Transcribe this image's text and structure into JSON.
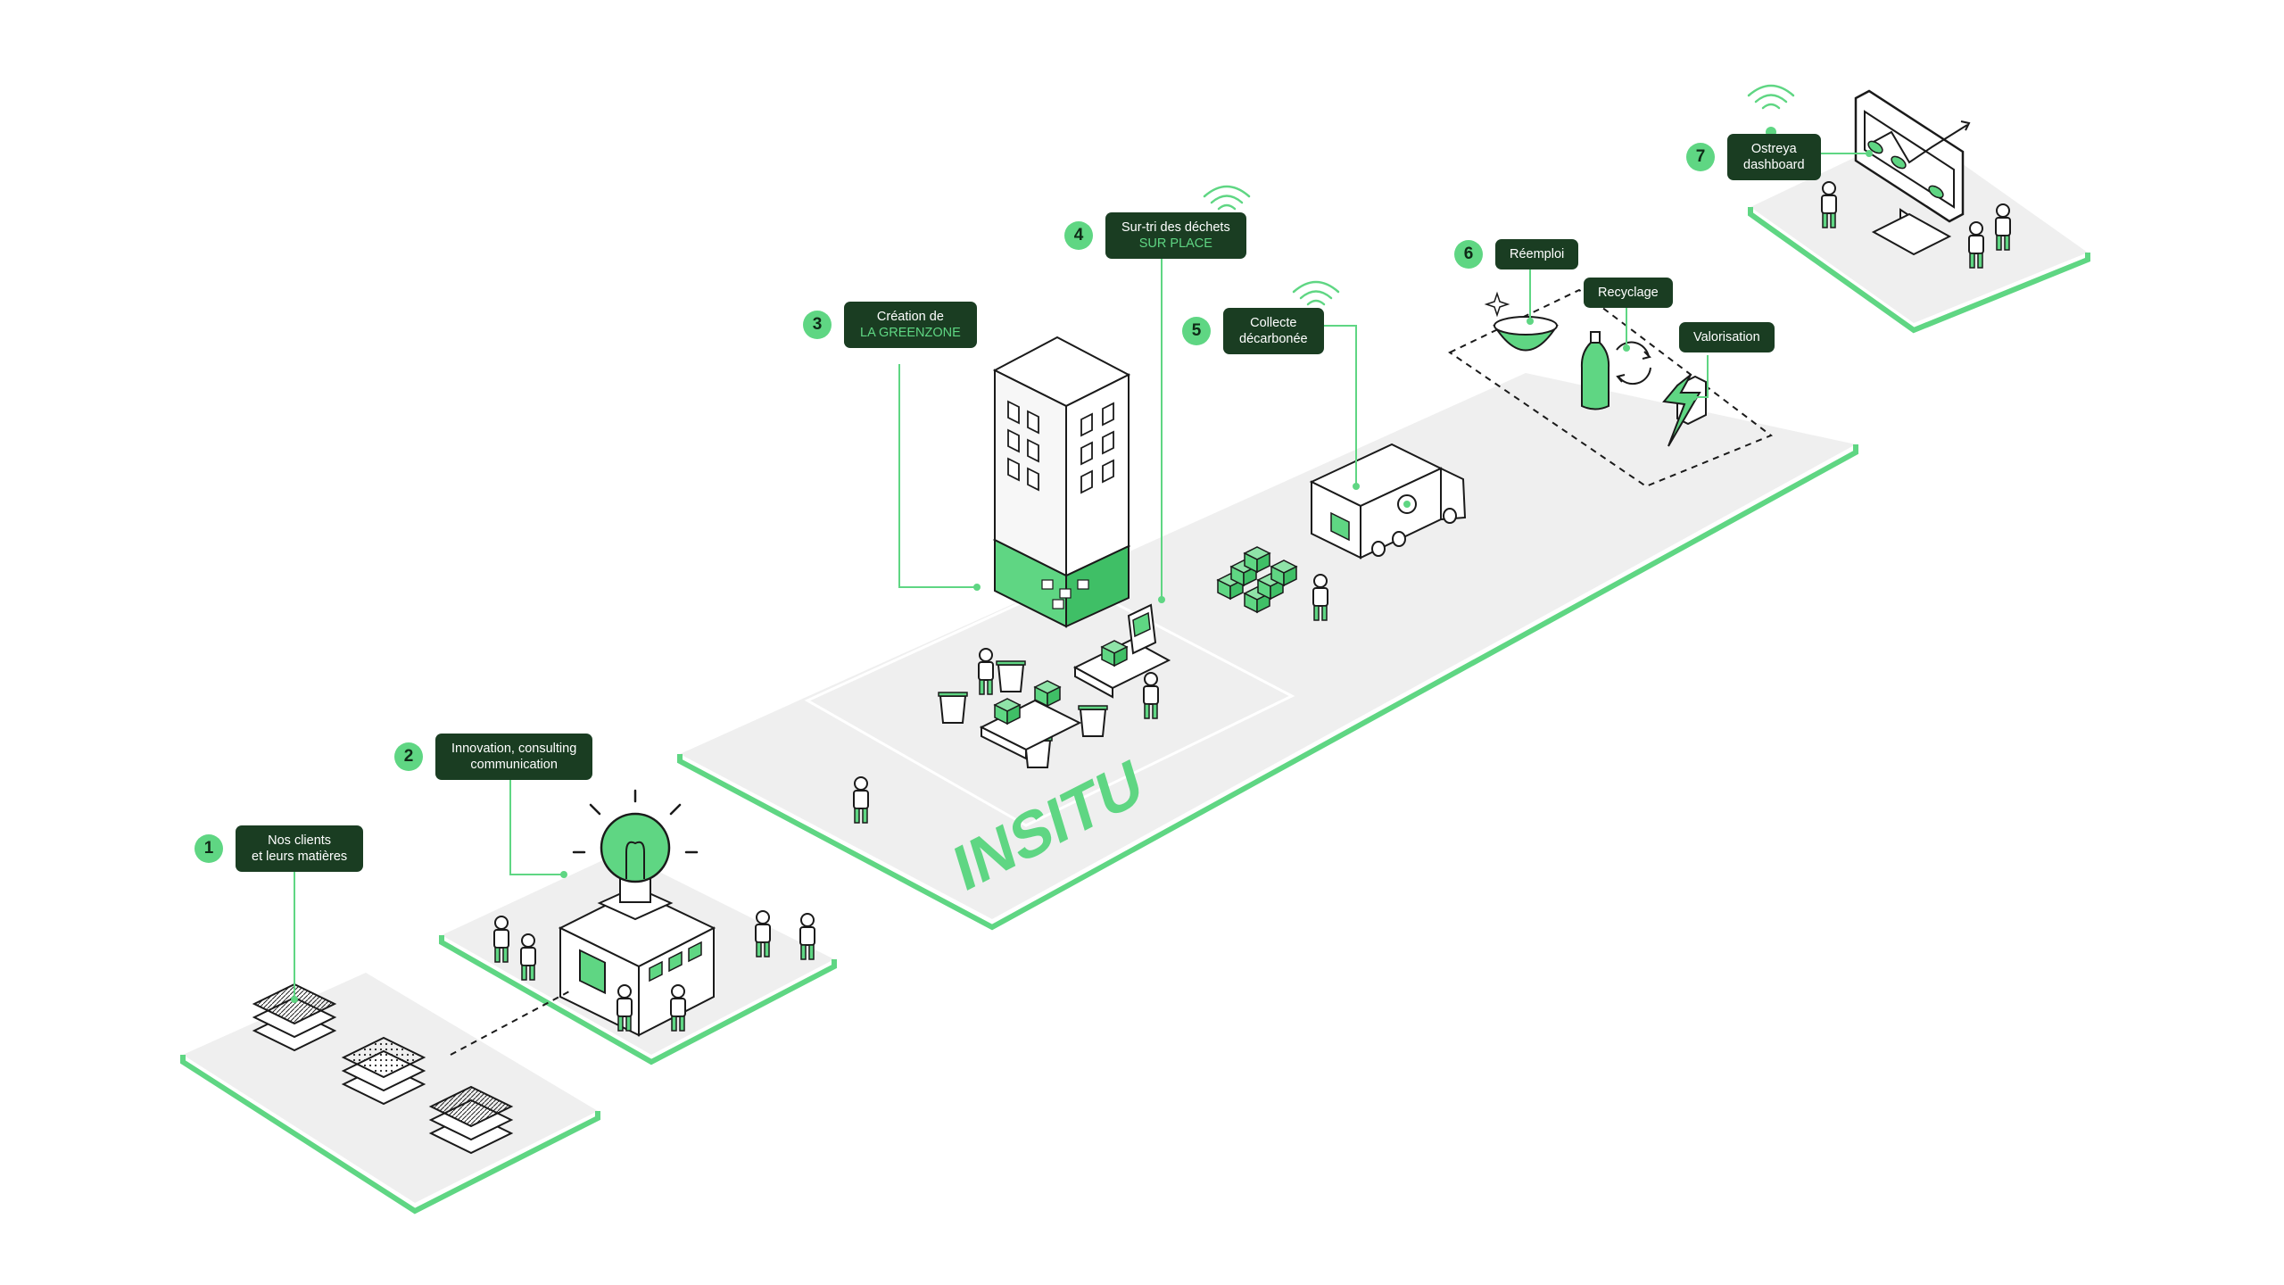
{
  "colors": {
    "accent": "#5fd683",
    "dark": "#1a3d22",
    "platform": "#efefef",
    "line": "#1a1a1a"
  },
  "brand": {
    "platform_text": "INSITU"
  },
  "steps": [
    {
      "num": "1",
      "line1": "Nos clients",
      "line2": "et leurs matières",
      "highlight": ""
    },
    {
      "num": "2",
      "line1": "Innovation, consulting",
      "line2": "communication",
      "highlight": ""
    },
    {
      "num": "3",
      "line1": "Création de",
      "line2": "",
      "highlight": "LA GREENZONE"
    },
    {
      "num": "4",
      "line1": "Sur-tri des déchets",
      "line2": "",
      "highlight": "SUR PLACE"
    },
    {
      "num": "5",
      "line1": "Collecte",
      "line2": "décarbonée",
      "highlight": ""
    },
    {
      "num": "6",
      "line1": "Réemploi",
      "line2": "",
      "highlight": ""
    },
    {
      "num": "7",
      "line1": "Ostreya",
      "line2": "dashboard",
      "highlight": ""
    }
  ],
  "sub_labels": {
    "recycling": "Recyclage",
    "valorisation": "Valorisation"
  },
  "icons": [
    "material-layers-icon",
    "lightbulb-building-icon",
    "office-building-icon",
    "sorting-bins-icon",
    "wifi-icon",
    "delivery-truck-icon",
    "boxes-icon",
    "bowl-icon",
    "bottle-icon",
    "recycle-arrows-icon",
    "lightning-icon",
    "monitor-chart-icon",
    "person-icon"
  ]
}
